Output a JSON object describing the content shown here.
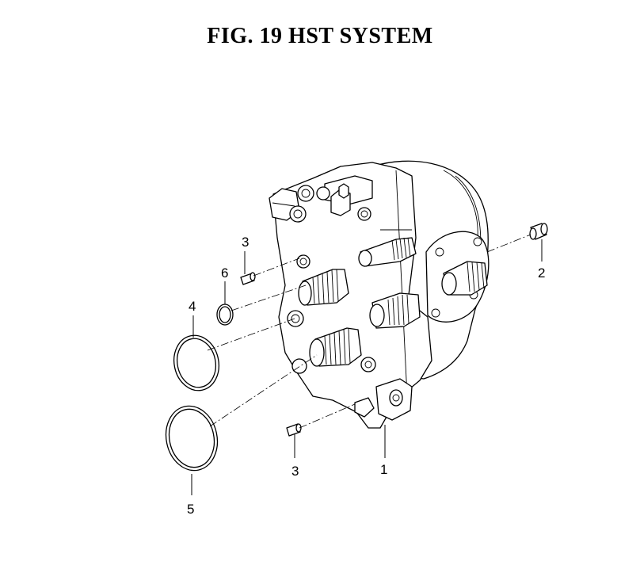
{
  "figure": {
    "title": "FIG. 19  HST SYSTEM"
  },
  "callouts": [
    {
      "id": "callout-1",
      "label": "1"
    },
    {
      "id": "callout-2",
      "label": "2"
    },
    {
      "id": "callout-3-top",
      "label": "3"
    },
    {
      "id": "callout-3-bottom",
      "label": "3"
    },
    {
      "id": "callout-4",
      "label": "4"
    },
    {
      "id": "callout-5",
      "label": "5"
    },
    {
      "id": "callout-6",
      "label": "6"
    }
  ]
}
